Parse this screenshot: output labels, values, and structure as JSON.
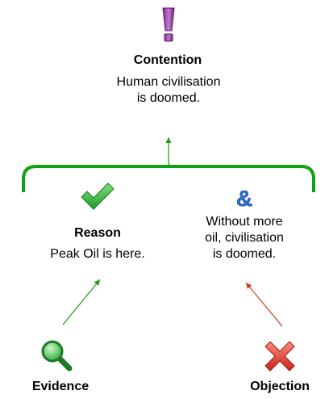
{
  "contention": {
    "icon": "exclamation-icon",
    "label": "Contention",
    "text_line1": "Human civilisation",
    "text_line2": "is doomed."
  },
  "reason": {
    "icon": "checkmark-icon",
    "label": "Reason",
    "text": "Peak Oil is here."
  },
  "coprem": {
    "icon": "ampersand-icon",
    "text_line1": "Without more",
    "text_line2": "oil, civilisation",
    "text_line3": "is doomed."
  },
  "evidence": {
    "icon": "magnifier-icon",
    "label": "Evidence"
  },
  "objection": {
    "icon": "red-x-icon",
    "label": "Objection"
  },
  "colors": {
    "support": "#1a9a1a",
    "oppose": "#d23a1a",
    "contention_accent": "#9a3aa0",
    "coprem_accent": "#2a6fd6",
    "bracket": "#14a014"
  }
}
